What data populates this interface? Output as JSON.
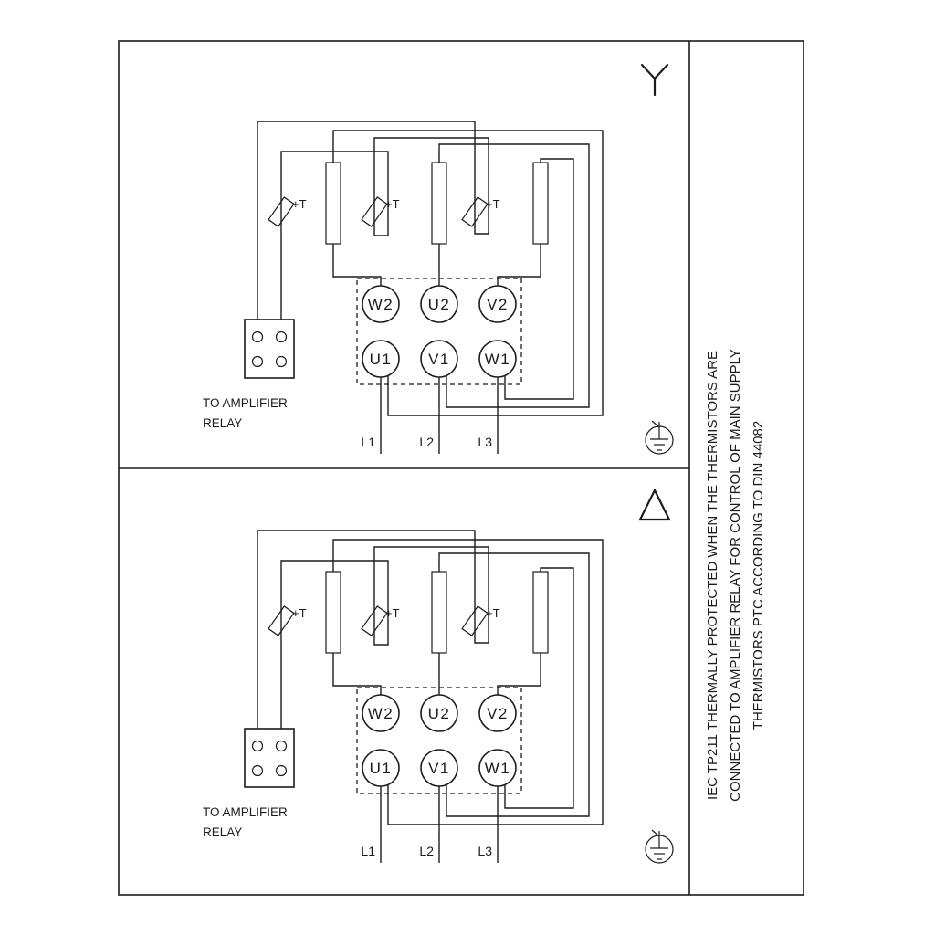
{
  "note_lines": [
    "IEC TP211 THERMALLY PROTECTED WHEN THE THERMISTORS ARE",
    "CONNECTED TO AMPLIFIER RELAY FOR CONTROL OF MAIN SUPPLY",
    "THERMISTORS PTC ACCORDING TO DIN 44082"
  ],
  "panels": [
    {
      "name": "star-connection",
      "symbol": "star",
      "thermistor_labels": [
        "+T",
        "+T",
        "+T"
      ],
      "terminals_top": [
        "W2",
        "U2",
        "V2"
      ],
      "terminals_bottom": [
        "U1",
        "V1",
        "W1"
      ],
      "relay_label_line1": "TO AMPLIFIER",
      "relay_label_line2": "RELAY",
      "supply_labels": [
        "L1",
        "L2",
        "L3"
      ]
    },
    {
      "name": "delta-connection",
      "symbol": "delta",
      "thermistor_labels": [
        "+T",
        "+T",
        "+T"
      ],
      "terminals_top": [
        "W2",
        "U2",
        "V2"
      ],
      "terminals_bottom": [
        "U1",
        "V1",
        "W1"
      ],
      "relay_label_line1": "TO AMPLIFIER",
      "relay_label_line2": "RELAY",
      "supply_labels": [
        "L1",
        "L2",
        "L3"
      ]
    }
  ]
}
